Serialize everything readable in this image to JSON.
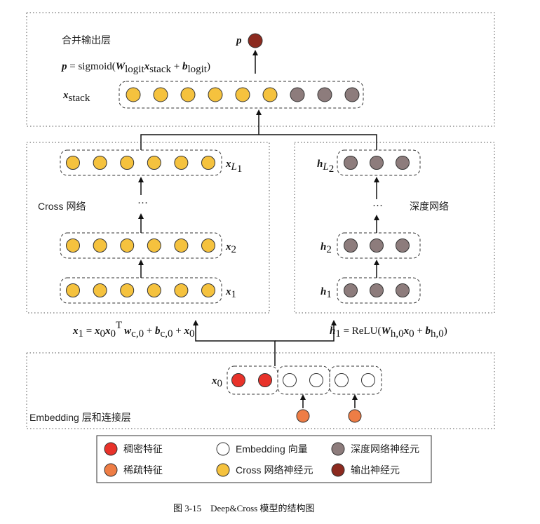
{
  "colors": {
    "dense": "#e8322a",
    "sparse": "#ee7d45",
    "embedding": "#ffffff",
    "cross": "#f5c23e",
    "deep": "#8d7c7c",
    "output": "#8c2a1f",
    "stroke": "#333333"
  },
  "output_layer": {
    "title": "合并输出层",
    "p_symbol": "p",
    "formula": {
      "lhs": "p",
      "mid": " = sigmoid(",
      "W": "W",
      "W_sub": "logit",
      "x": "x",
      "x_sub": "stack",
      "plus": " + ",
      "b": "b",
      "b_sub": "logit",
      "close": ")"
    },
    "x_stack_symbol": "x",
    "x_stack_sub": "stack"
  },
  "cross_network": {
    "title": "Cross 网络",
    "labels": [
      {
        "sym": "x",
        "sub": "L",
        "subsub": "1"
      },
      {
        "sym": "x",
        "sub": "2",
        "subsub": ""
      },
      {
        "sym": "x",
        "sub": "1",
        "subsub": ""
      }
    ],
    "ellipsis": "···",
    "formula": {
      "x1": "x",
      "x1_sub": "1",
      "eq": " = ",
      "x0a": "x",
      "x0a_sub": "0",
      "x0b": "x",
      "x0b_sub": "0",
      "x0b_sup": "T",
      "w": "w",
      "w_sub": "c,0",
      "plus1": " + ",
      "b": "b",
      "b_sub": "c,0",
      "plus2": " + ",
      "x0c": "x",
      "x0c_sub": "0"
    }
  },
  "deep_network": {
    "title": "深度网络",
    "labels": [
      {
        "sym": "h",
        "sub": "L",
        "subsub": "2"
      },
      {
        "sym": "h",
        "sub": "2",
        "subsub": ""
      },
      {
        "sym": "h",
        "sub": "1",
        "subsub": ""
      }
    ],
    "ellipsis": "···",
    "formula": {
      "h1": "h",
      "h1_sub": "1",
      "eq": " = ReLU(",
      "W": "W",
      "W_sub": "h,0",
      "x0": "x",
      "x0_sub": "0",
      "plus": " + ",
      "b": "b",
      "b_sub": "h,0",
      "close": ")"
    }
  },
  "embedding_layer": {
    "title": "Embedding 层和连接层",
    "x0_symbol": "x",
    "x0_sub": "0"
  },
  "legend": {
    "items": [
      {
        "key": "dense",
        "label": "稠密特征"
      },
      {
        "key": "embedding",
        "label": "Embedding 向量"
      },
      {
        "key": "deep",
        "label": "深度网络神经元"
      },
      {
        "key": "sparse",
        "label": "稀疏特征"
      },
      {
        "key": "cross",
        "label": "Cross 网络神经元"
      },
      {
        "key": "output",
        "label": "输出神经元"
      }
    ]
  },
  "caption": "图 3-15    Deep&Cross 模型的结构图"
}
